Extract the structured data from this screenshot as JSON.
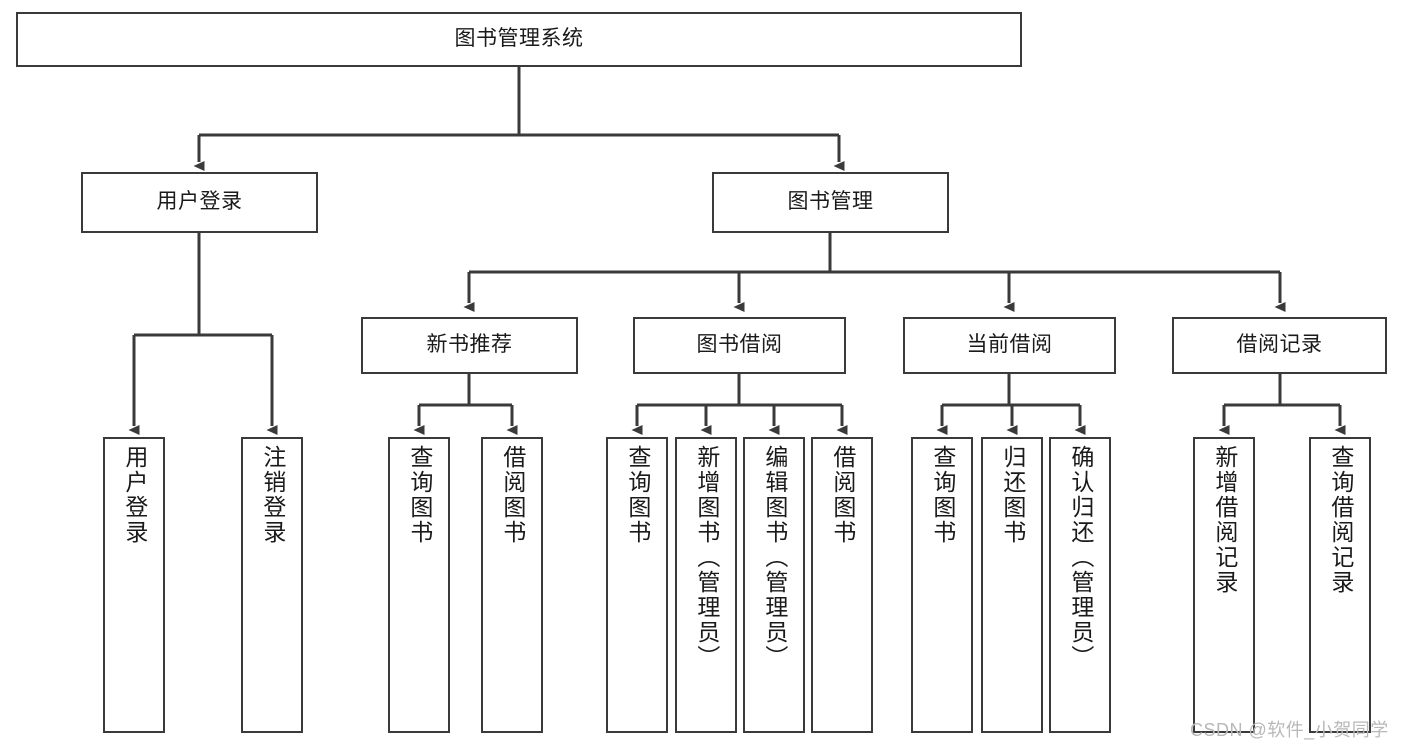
{
  "diagram": {
    "title": "图书管理系统",
    "root": {
      "label": "图书管理系统"
    },
    "level1": [
      {
        "label": "用户登录"
      },
      {
        "label": "图书管理"
      }
    ],
    "level2": [
      {
        "label": "新书推荐"
      },
      {
        "label": "图书借阅"
      },
      {
        "label": "当前借阅"
      },
      {
        "label": "借阅记录"
      }
    ],
    "leaves": {
      "user_login": [
        {
          "label": "用户登录"
        },
        {
          "label": "注销登录"
        }
      ],
      "new_book_recommend": [
        {
          "label": "查询图书"
        },
        {
          "label": "借阅图书"
        }
      ],
      "book_borrow": [
        {
          "label": "查询图书"
        },
        {
          "label": "新增图书（管理员）"
        },
        {
          "label": "编辑图书（管理员）"
        },
        {
          "label": "借阅图书"
        }
      ],
      "current_borrow": [
        {
          "label": "查询图书"
        },
        {
          "label": "归还图书"
        },
        {
          "label": "确认归还（管理员）"
        }
      ],
      "borrow_record": [
        {
          "label": "新增借阅记录"
        },
        {
          "label": "查询借阅记录"
        }
      ]
    }
  },
  "watermark": {
    "text": "CSDN @软件_小贺同学"
  },
  "colors": {
    "border": "#3a3a3a",
    "background": "#ffffff",
    "text": "#1a1a1a",
    "watermark": "#b8b8b8"
  }
}
